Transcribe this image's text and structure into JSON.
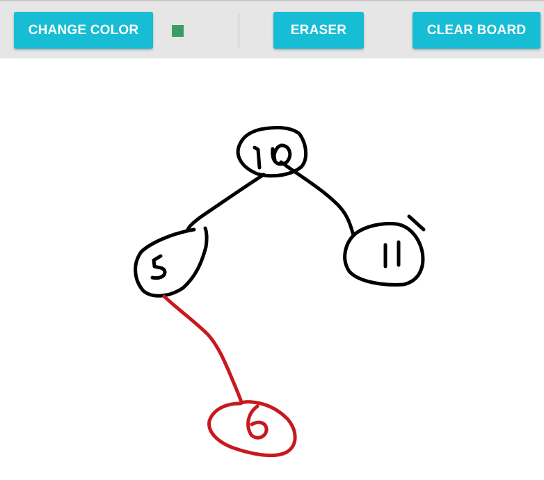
{
  "toolbar": {
    "change_color_label": "CHANGE COLOR",
    "eraser_label": "ERASER",
    "clear_board_label": "CLEAR BOARD",
    "current_color": "#3a9e64"
  },
  "colors": {
    "toolbar_bg": "#e6e6e6",
    "button_bg": "#16bdd4",
    "ink_black": "#000000",
    "ink_red": "#c8191e"
  },
  "board": {
    "strokes": [
      {
        "name": "node-10-stroke",
        "color": "black"
      },
      {
        "name": "digits-10-stroke",
        "color": "black"
      },
      {
        "name": "edge-10-5-stroke",
        "color": "black"
      },
      {
        "name": "edge-10-11-stroke",
        "color": "black"
      },
      {
        "name": "node-5-stroke",
        "color": "black"
      },
      {
        "name": "digit-5-stroke",
        "color": "black"
      },
      {
        "name": "node-11-stroke",
        "color": "black"
      },
      {
        "name": "digits-11-stroke",
        "color": "black"
      },
      {
        "name": "edge-5-6-stroke",
        "color": "red"
      },
      {
        "name": "node-6-stroke",
        "color": "red"
      },
      {
        "name": "digit-6-stroke",
        "color": "red"
      }
    ]
  }
}
